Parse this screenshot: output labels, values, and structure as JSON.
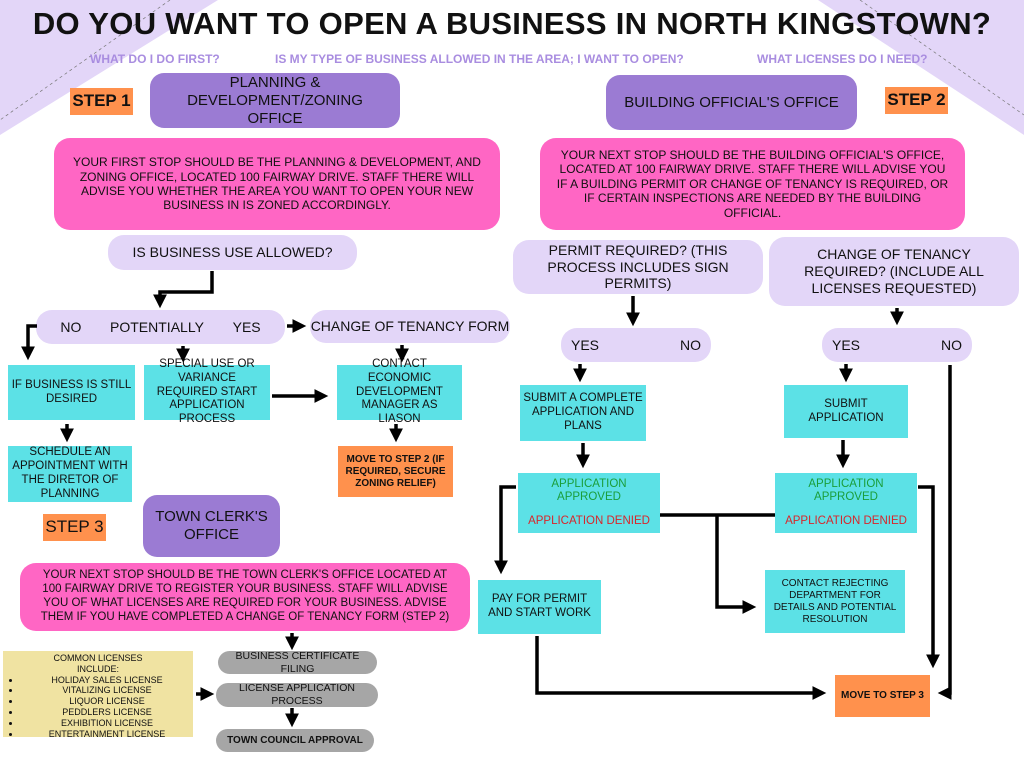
{
  "title": "DO YOU WANT TO OPEN A BUSINESS IN NORTH KINGSTOWN?",
  "questions": [
    "WHAT DO I DO FIRST?",
    "IS MY TYPE OF BUSINESS ALLOWED IN THE AREA; I WANT TO OPEN?",
    "WHAT LICENSES DO I NEED?"
  ],
  "colors": {
    "purple": "#9b7bd3",
    "lavender": "#e3d6f8",
    "pink": "#ff66c4",
    "cyan": "#5ce1e6",
    "orange": "#ff914d",
    "gray": "#a6a6a6",
    "yellow": "#f0e3a2",
    "approved": "#1a9e3a",
    "denied": "#d8262b"
  },
  "step1": {
    "label": "STEP 1",
    "office": "PLANNING & DEVELOPMENT/ZONING OFFICE",
    "description": "YOUR FIRST STOP SHOULD BE THE PLANNING & DEVELOPMENT, AND ZONING OFFICE, LOCATED 100 FAIRWAY DRIVE. STAFF THERE WILL ADVISE YOU WHETHER THE AREA YOU WANT TO OPEN YOUR NEW BUSINESS IN IS ZONED ACCORDINGLY.",
    "question": "IS BUSINESS USE ALLOWED?",
    "options": [
      "NO",
      "POTENTIALLY",
      "YES"
    ],
    "change_form": "CHANGE OF TENANCY FORM",
    "no_box": "IF BUSINESS IS STILL DESIRED",
    "schedule": "SCHEDULE AN APPOINTMENT WITH THE DIRETOR OF PLANNING",
    "special": "SPECIAL USE OR VARIANCE REQUIRED START APPLICATION PROCESS",
    "contact": "CONTACT ECONOMIC DEVELOPMENT MANAGER AS LIASON",
    "move": "MOVE TO STEP 2 (IF REQUIRED, SECURE ZONING RELIEF)"
  },
  "step2": {
    "label": "STEP 2",
    "office": "BUILDING OFFICIAL'S OFFICE",
    "description": "YOUR NEXT STOP SHOULD BE THE BUILDING OFFICIAL'S OFFICE, LOCATED AT 100 FAIRWAY DRIVE. STAFF THERE WILL ADVISE YOU IF A BUILDING PERMIT OR CHANGE OF TENANCY IS REQUIRED, OR IF CERTAIN INSPECTIONS ARE NEEDED BY THE BUILDING OFFICIAL.",
    "permit_q": "PERMIT REQUIRED? (THIS PROCESS INCLUDES SIGN PERMITS)",
    "tenancy_q": "CHANGE OF TENANCY REQUIRED? (INCLUDE ALL LICENSES REQUESTED)",
    "yes": "YES",
    "no": "NO",
    "submit_complete": "SUBMIT A COMPLETE APPLICATION AND PLANS",
    "submit": "SUBMIT APPLICATION",
    "approved": "APPLICATION APPROVED",
    "denied": "APPLICATION DENIED",
    "contact_rejecting": "CONTACT REJECTING DEPARTMENT FOR DETAILS AND POTENTIAL RESOLUTION",
    "pay": "PAY FOR PERMIT AND START WORK",
    "move": "MOVE TO STEP 3"
  },
  "step3": {
    "label": "STEP 3",
    "office": "TOWN CLERK'S OFFICE",
    "description": "YOUR NEXT STOP SHOULD BE THE TOWN CLERK'S OFFICE LOCATED AT 100 FAIRWAY DRIVE TO REGISTER YOUR BUSINESS. STAFF WILL ADVISE YOU OF WHAT LICENSES ARE REQUIRED FOR YOUR BUSINESS. ADVISE THEM IF YOU HAVE COMPLETED A CHANGE OF TENANCY FORM (STEP 2)",
    "licenses_heading": "COMMON LICENSES INCLUDE:",
    "licenses": [
      "HOLIDAY SALES LICENSE",
      "VITALIZING LICENSE",
      "LIQUOR LICENSE",
      "PEDDLERS LICENSE",
      "EXHIBITION LICENSE",
      "ENTERTAINMENT LICENSE"
    ],
    "cert": "BUSINESS CERTIFICATE FILING",
    "license_process": "LICENSE APPLICATION PROCESS",
    "council": "TOWN COUNCIL APPROVAL"
  }
}
